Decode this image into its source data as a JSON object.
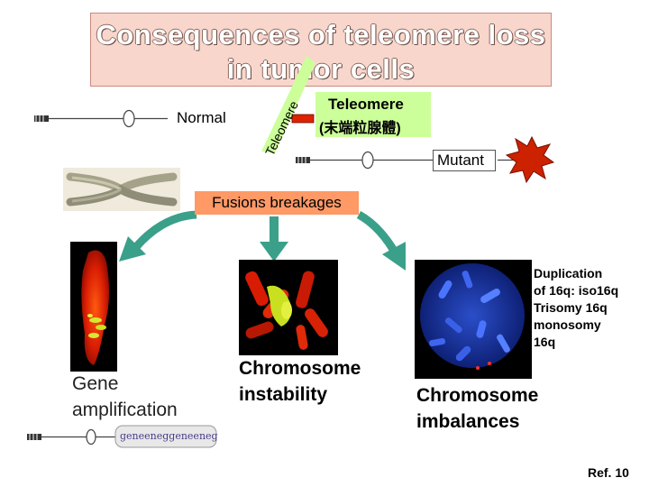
{
  "title": {
    "line1": "Consequences of teleomere loss",
    "line2": "in tumor cells"
  },
  "labels": {
    "normal": "Normal",
    "telomere_diagonal": "Teleomere",
    "telomere_box_line1": "Teleomere",
    "telomere_box_line2": "(末端粒腺體)",
    "mutant": "Mutant",
    "fusions": "Fusions breakages"
  },
  "captions": {
    "gene_amp_line1": "Gene",
    "gene_amp_line2": "amplification",
    "instability_line1": "Chromosome",
    "instability_line2": "instability",
    "imbalance_line1": "Chromosome",
    "imbalance_line2": "imbalances"
  },
  "notes": [
    "Duplication",
    "of 16q: iso16q",
    "Trisomy 16q",
    "monosomy",
    "16q"
  ],
  "gene_strip_text": "geneeneggeneeneg",
  "reference": "Ref. 10",
  "colors": {
    "title_fill": "#f9d6cc",
    "telomere_green": "#ccff99",
    "fusion_orange": "#ff9966",
    "mutant_red": "#cc2200",
    "arrow_green": "#3aa08a"
  }
}
